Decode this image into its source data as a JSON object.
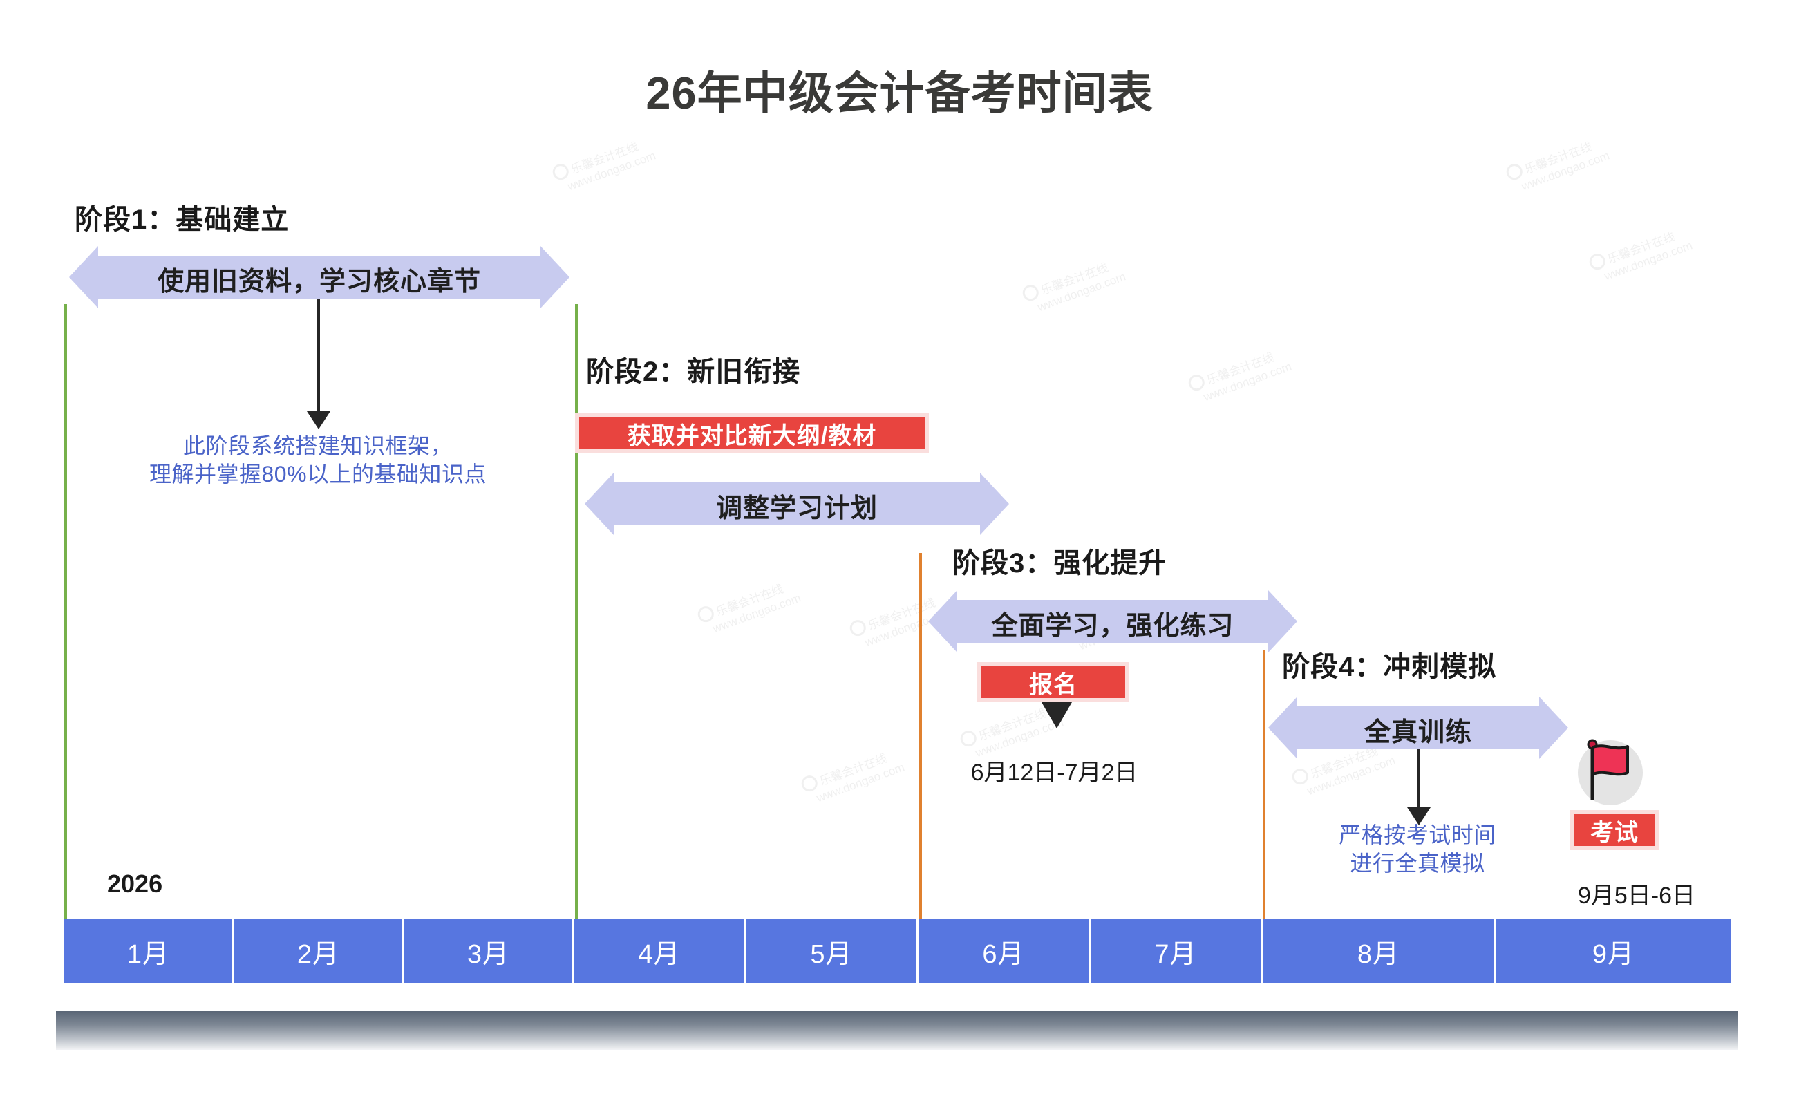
{
  "title": "26年中级会计备考时间表",
  "year_label": "2026",
  "colors": {
    "arrow_fill": "#c8cbef",
    "badge_red": "#e8443f",
    "badge_border": "#fadedd",
    "note_blue": "#4a63c8",
    "month_blue": "#5776e0",
    "divider_green": "#76b04a",
    "divider_orange": "#e0812f",
    "title_dark": "#3a3a38",
    "flag_red": "#ee3355"
  },
  "phases": [
    {
      "heading": "阶段1：基础建立",
      "arrow_label": "使用旧资料，学习核心章节",
      "note": "此阶段系统搭建知识框架，\n理解并掌握80%以上的基础知识点",
      "divider_color": "#76b04a",
      "months": [
        "1月",
        "2月",
        "3月"
      ]
    },
    {
      "heading": "阶段2：新旧衔接",
      "badge_label": "获取并对比新大纲/教材",
      "arrow_label": "调整学习计划",
      "divider_color": "#e0812f",
      "months": [
        "4月",
        "5月"
      ]
    },
    {
      "heading": "阶段3：强化提升",
      "arrow_label": "全面学习，强化练习",
      "badge_label": "报名",
      "date_caption": "6月12日-7月2日",
      "divider_color": "#e0812f",
      "months": [
        "6月",
        "7月"
      ]
    },
    {
      "heading": "阶段4：冲刺模拟",
      "arrow_label": "全真训练",
      "note": "严格按考试时间\n进行全真模拟",
      "months": [
        "8月"
      ]
    }
  ],
  "milestone": {
    "icon_name": "exam-flag-icon",
    "badge_label": "考试",
    "date_caption": "9月5日-6日",
    "month": "9月"
  },
  "timeline": {
    "months": [
      "1月",
      "2月",
      "3月",
      "4月",
      "5月",
      "6月",
      "7月",
      "8月",
      "9月"
    ]
  },
  "watermarks": [
    "乐馨会计在线",
    "www.dongao.com"
  ]
}
